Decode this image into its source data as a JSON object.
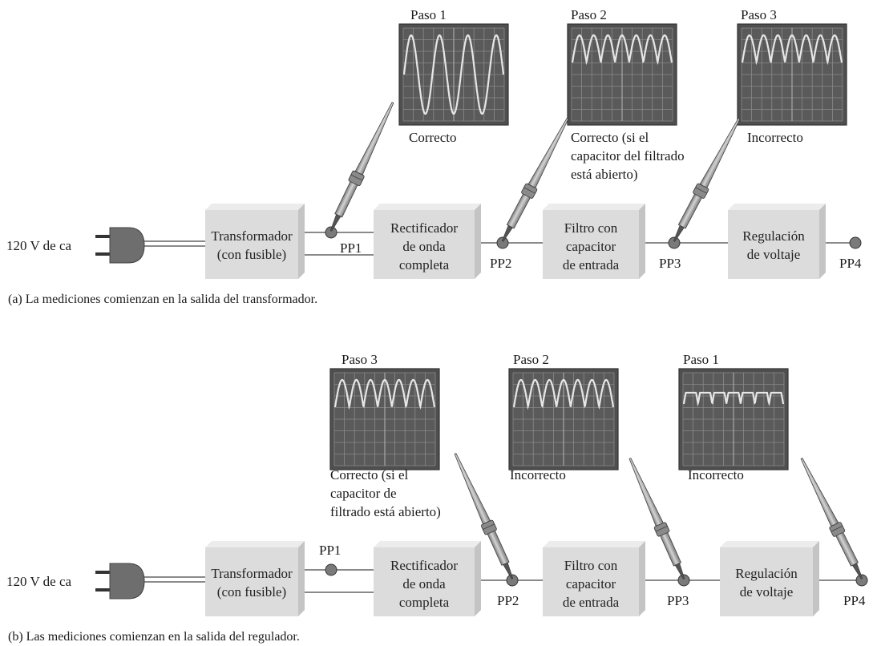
{
  "panel_a": {
    "source_label": "120 V de ca",
    "blocks": [
      {
        "lines": [
          "Transformador",
          "(con fusible)"
        ]
      },
      {
        "lines": [
          "Rectificador",
          "de onda",
          "completa"
        ]
      },
      {
        "lines": [
          "Filtro con",
          "capacitor",
          "de entrada"
        ]
      },
      {
        "lines": [
          "Regulación",
          "de voltaje"
        ]
      }
    ],
    "test_points": [
      "PP1",
      "PP2",
      "PP3",
      "PP4"
    ],
    "scopes": [
      {
        "step": "Paso 1",
        "waveform": "sine",
        "result": [
          "Correcto"
        ]
      },
      {
        "step": "Paso 2",
        "waveform": "full-wave-rectified",
        "result": [
          "Correcto (si el",
          "capacitor del filtrado",
          "está abierto)"
        ]
      },
      {
        "step": "Paso 3",
        "waveform": "full-wave-rectified",
        "result": [
          "Incorrecto"
        ]
      }
    ],
    "caption": "(a) La mediciones comienzan en la salida del transformador."
  },
  "panel_b": {
    "source_label": "120 V de ca",
    "blocks": [
      {
        "lines": [
          "Transformador",
          "(con fusible)"
        ]
      },
      {
        "lines": [
          "Rectificador",
          "de onda",
          "completa"
        ]
      },
      {
        "lines": [
          "Filtro con",
          "capacitor",
          "de entrada"
        ]
      },
      {
        "lines": [
          "Regulación",
          "de voltaje"
        ]
      }
    ],
    "test_points": [
      "PP1",
      "PP2",
      "PP3",
      "PP4"
    ],
    "scopes": [
      {
        "step": "Paso 3",
        "waveform": "full-wave-rectified",
        "result": [
          "Correcto (si el",
          "capacitor de",
          "filtrado está abierto)"
        ]
      },
      {
        "step": "Paso 2",
        "waveform": "full-wave-rectified",
        "result": [
          "Incorrecto"
        ]
      },
      {
        "step": "Paso 1",
        "waveform": "clipped-rectified",
        "result": [
          "Incorrecto"
        ]
      }
    ],
    "caption": "(b) Las mediciones comienzan en la salida del regulador."
  },
  "colors": {
    "block_face": "#dcdcdc",
    "block_side": "#c4c4c4",
    "block_top": "#ececec",
    "scope_screen": "#5a5a5a",
    "scope_grid": "#8a8a8a",
    "trace": "#e6e6e6",
    "probe": "#9a9a9a",
    "plug": "#6e6e6e",
    "node": "#7a7a7a"
  }
}
